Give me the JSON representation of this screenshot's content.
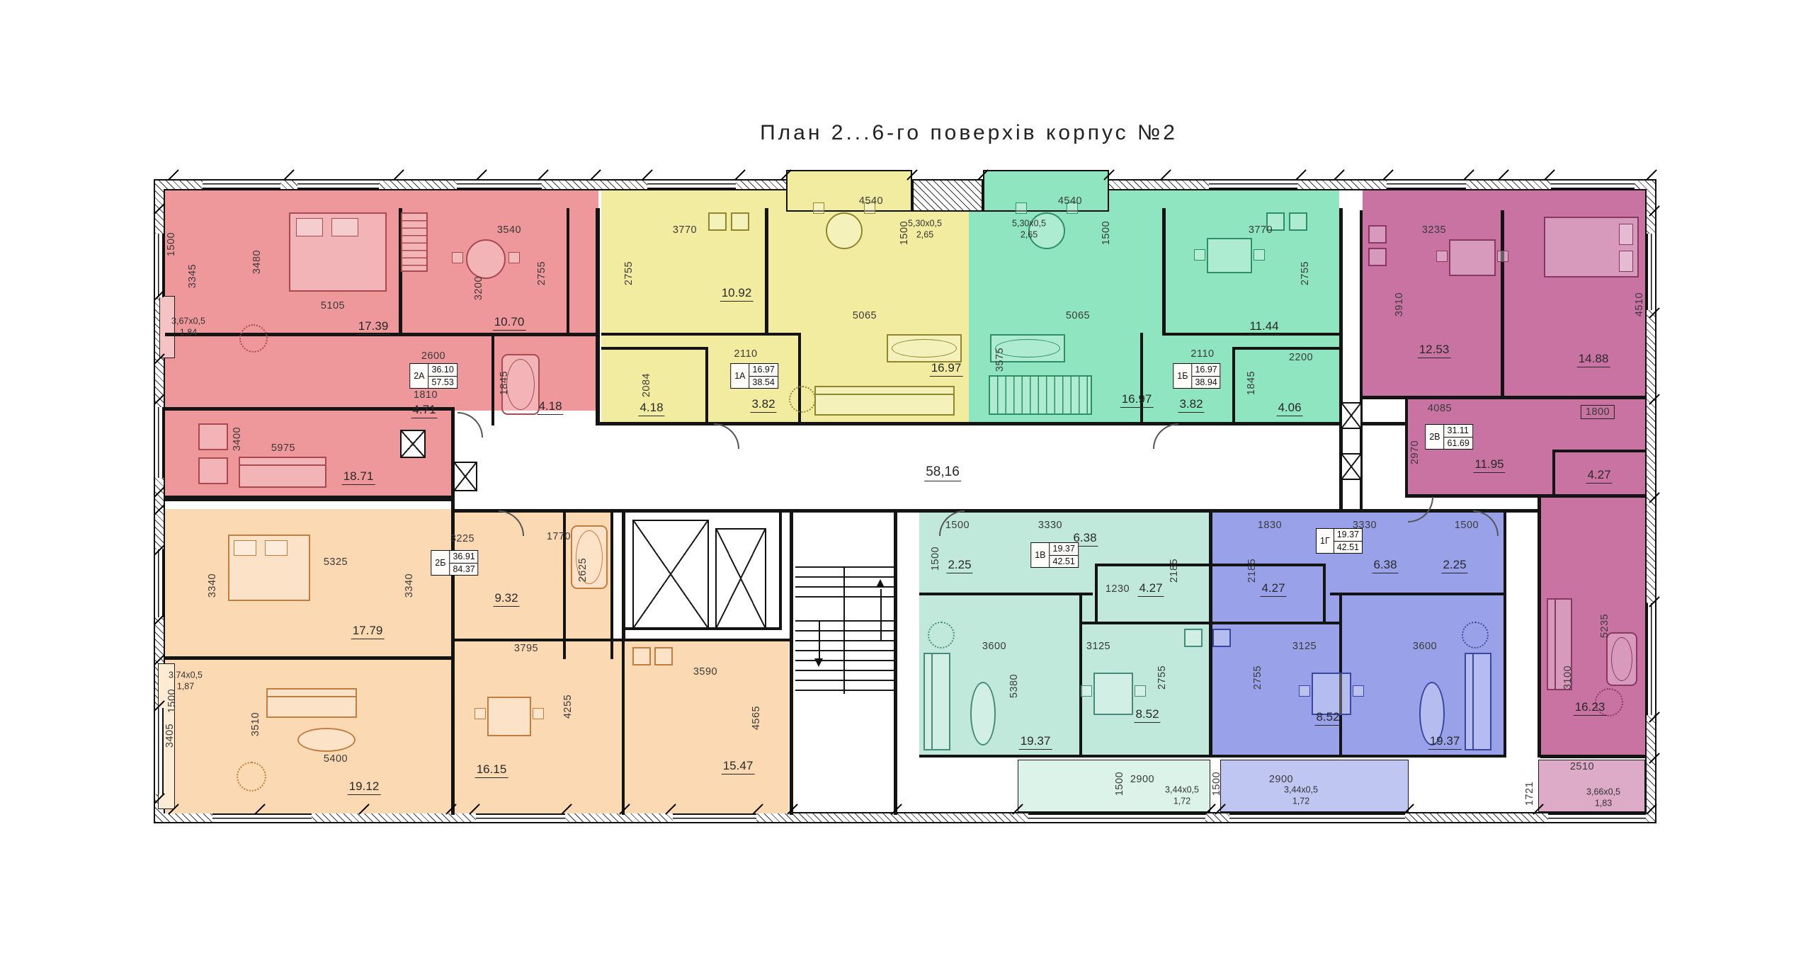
{
  "title": "План 2...6-го поверхів корпус №2",
  "corridor_area": "58,16",
  "wall_color": "#141414",
  "apartments": {
    "pink": {
      "code": "2А",
      "area_living": "36.10",
      "area_total": "57.53",
      "fill": "#ee989b",
      "accent": "#a84a4f",
      "balcony_fill": "#f6c3c4",
      "rooms": [
        "17.39",
        "10.70",
        "4.71",
        "4.18",
        "18.71"
      ],
      "dims": [
        "1500",
        "3345",
        "3480",
        "5105",
        "3540",
        "3200",
        "2755",
        "2600",
        "1810",
        "1845",
        "3400",
        "5975"
      ],
      "balcony_size": "3,67х0,5",
      "balcony_area": "1,84"
    },
    "yellow": {
      "code": "1А",
      "area_living": "16.97",
      "area_total": "38.54",
      "fill": "#f2eca1",
      "accent": "#8f862e",
      "rooms": [
        "10.92",
        "16.97",
        "3.82",
        "4.18"
      ],
      "dims": [
        "2755",
        "3770",
        "4540",
        "1500",
        "5065",
        "2110",
        "2084"
      ],
      "balcony_size": "5,30х0,5",
      "balcony_area": "2,65"
    },
    "green": {
      "code": "1Б",
      "area_living": "16.97",
      "area_total": "38.94",
      "fill": "#8ee5bf",
      "accent": "#2e8f67",
      "rooms": [
        "11.44",
        "16.97",
        "3.82",
        "4.06"
      ],
      "dims": [
        "4540",
        "1500",
        "3770",
        "2755",
        "5065",
        "3575",
        "2110",
        "1845",
        "2200"
      ],
      "balcony_size": "5,30х0,5",
      "balcony_area": "2,65"
    },
    "magenta": {
      "code": "2В",
      "area_living": "31.11",
      "area_total": "61.69",
      "fill": "#c873a2",
      "accent": "#87395f",
      "balcony_fill": "#ddaac7",
      "rooms": [
        "12.53",
        "14.88",
        "11.95",
        "4.27",
        "16.23"
      ],
      "dims": [
        "3235",
        "3910",
        "4510",
        "4085",
        "2970",
        "1800",
        "5235",
        "3100",
        "2510",
        "1721"
      ],
      "balcony_size": "3,66х0,5",
      "balcony_area": "1,83"
    },
    "orange": {
      "code": "2Б",
      "area_living": "36.91",
      "area_total": "84.37",
      "fill": "#fbd9b2",
      "accent": "#c27e3e",
      "balcony_fill": "#fdebd3",
      "rooms": [
        "9.32",
        "17.79",
        "19.12",
        "16.15",
        "15.47"
      ],
      "dims": [
        "3340",
        "5325",
        "3225",
        "3340",
        "1770",
        "2625",
        "3795",
        "3590",
        "4255",
        "4565",
        "1500",
        "3405",
        "3510",
        "5400"
      ],
      "balcony_size": "3,74х0,5",
      "balcony_area": "1,87"
    },
    "teal": {
      "code": "1В",
      "area_living": "19.37",
      "area_total": "42.51",
      "fill": "#c0e9db",
      "accent": "#468c78",
      "balcony_fill": "#dcf3ea",
      "rooms": [
        "6.38",
        "2.25",
        "4.27",
        "8.52",
        "19.37"
      ],
      "dims": [
        "1500",
        "3330",
        "1500",
        "1230",
        "2185",
        "3600",
        "3125",
        "5380",
        "2755",
        "2900",
        "1500"
      ],
      "balcony_size": "3,44х0,5",
      "balcony_area": "1,72"
    },
    "blue": {
      "code": "1Г",
      "area_living": "19.37",
      "area_total": "42.51",
      "fill": "#99a2e9",
      "accent": "#39489e",
      "balcony_fill": "#c0c6f2",
      "rooms": [
        "6.38",
        "2.25",
        "4.27",
        "8.52",
        "19.37"
      ],
      "dims": [
        "1830",
        "3330",
        "1500",
        "2185",
        "3125",
        "3600",
        "2755",
        "2900",
        "1500"
      ],
      "balcony_size": "3,44х0,5",
      "balcony_area": "1,72"
    }
  }
}
